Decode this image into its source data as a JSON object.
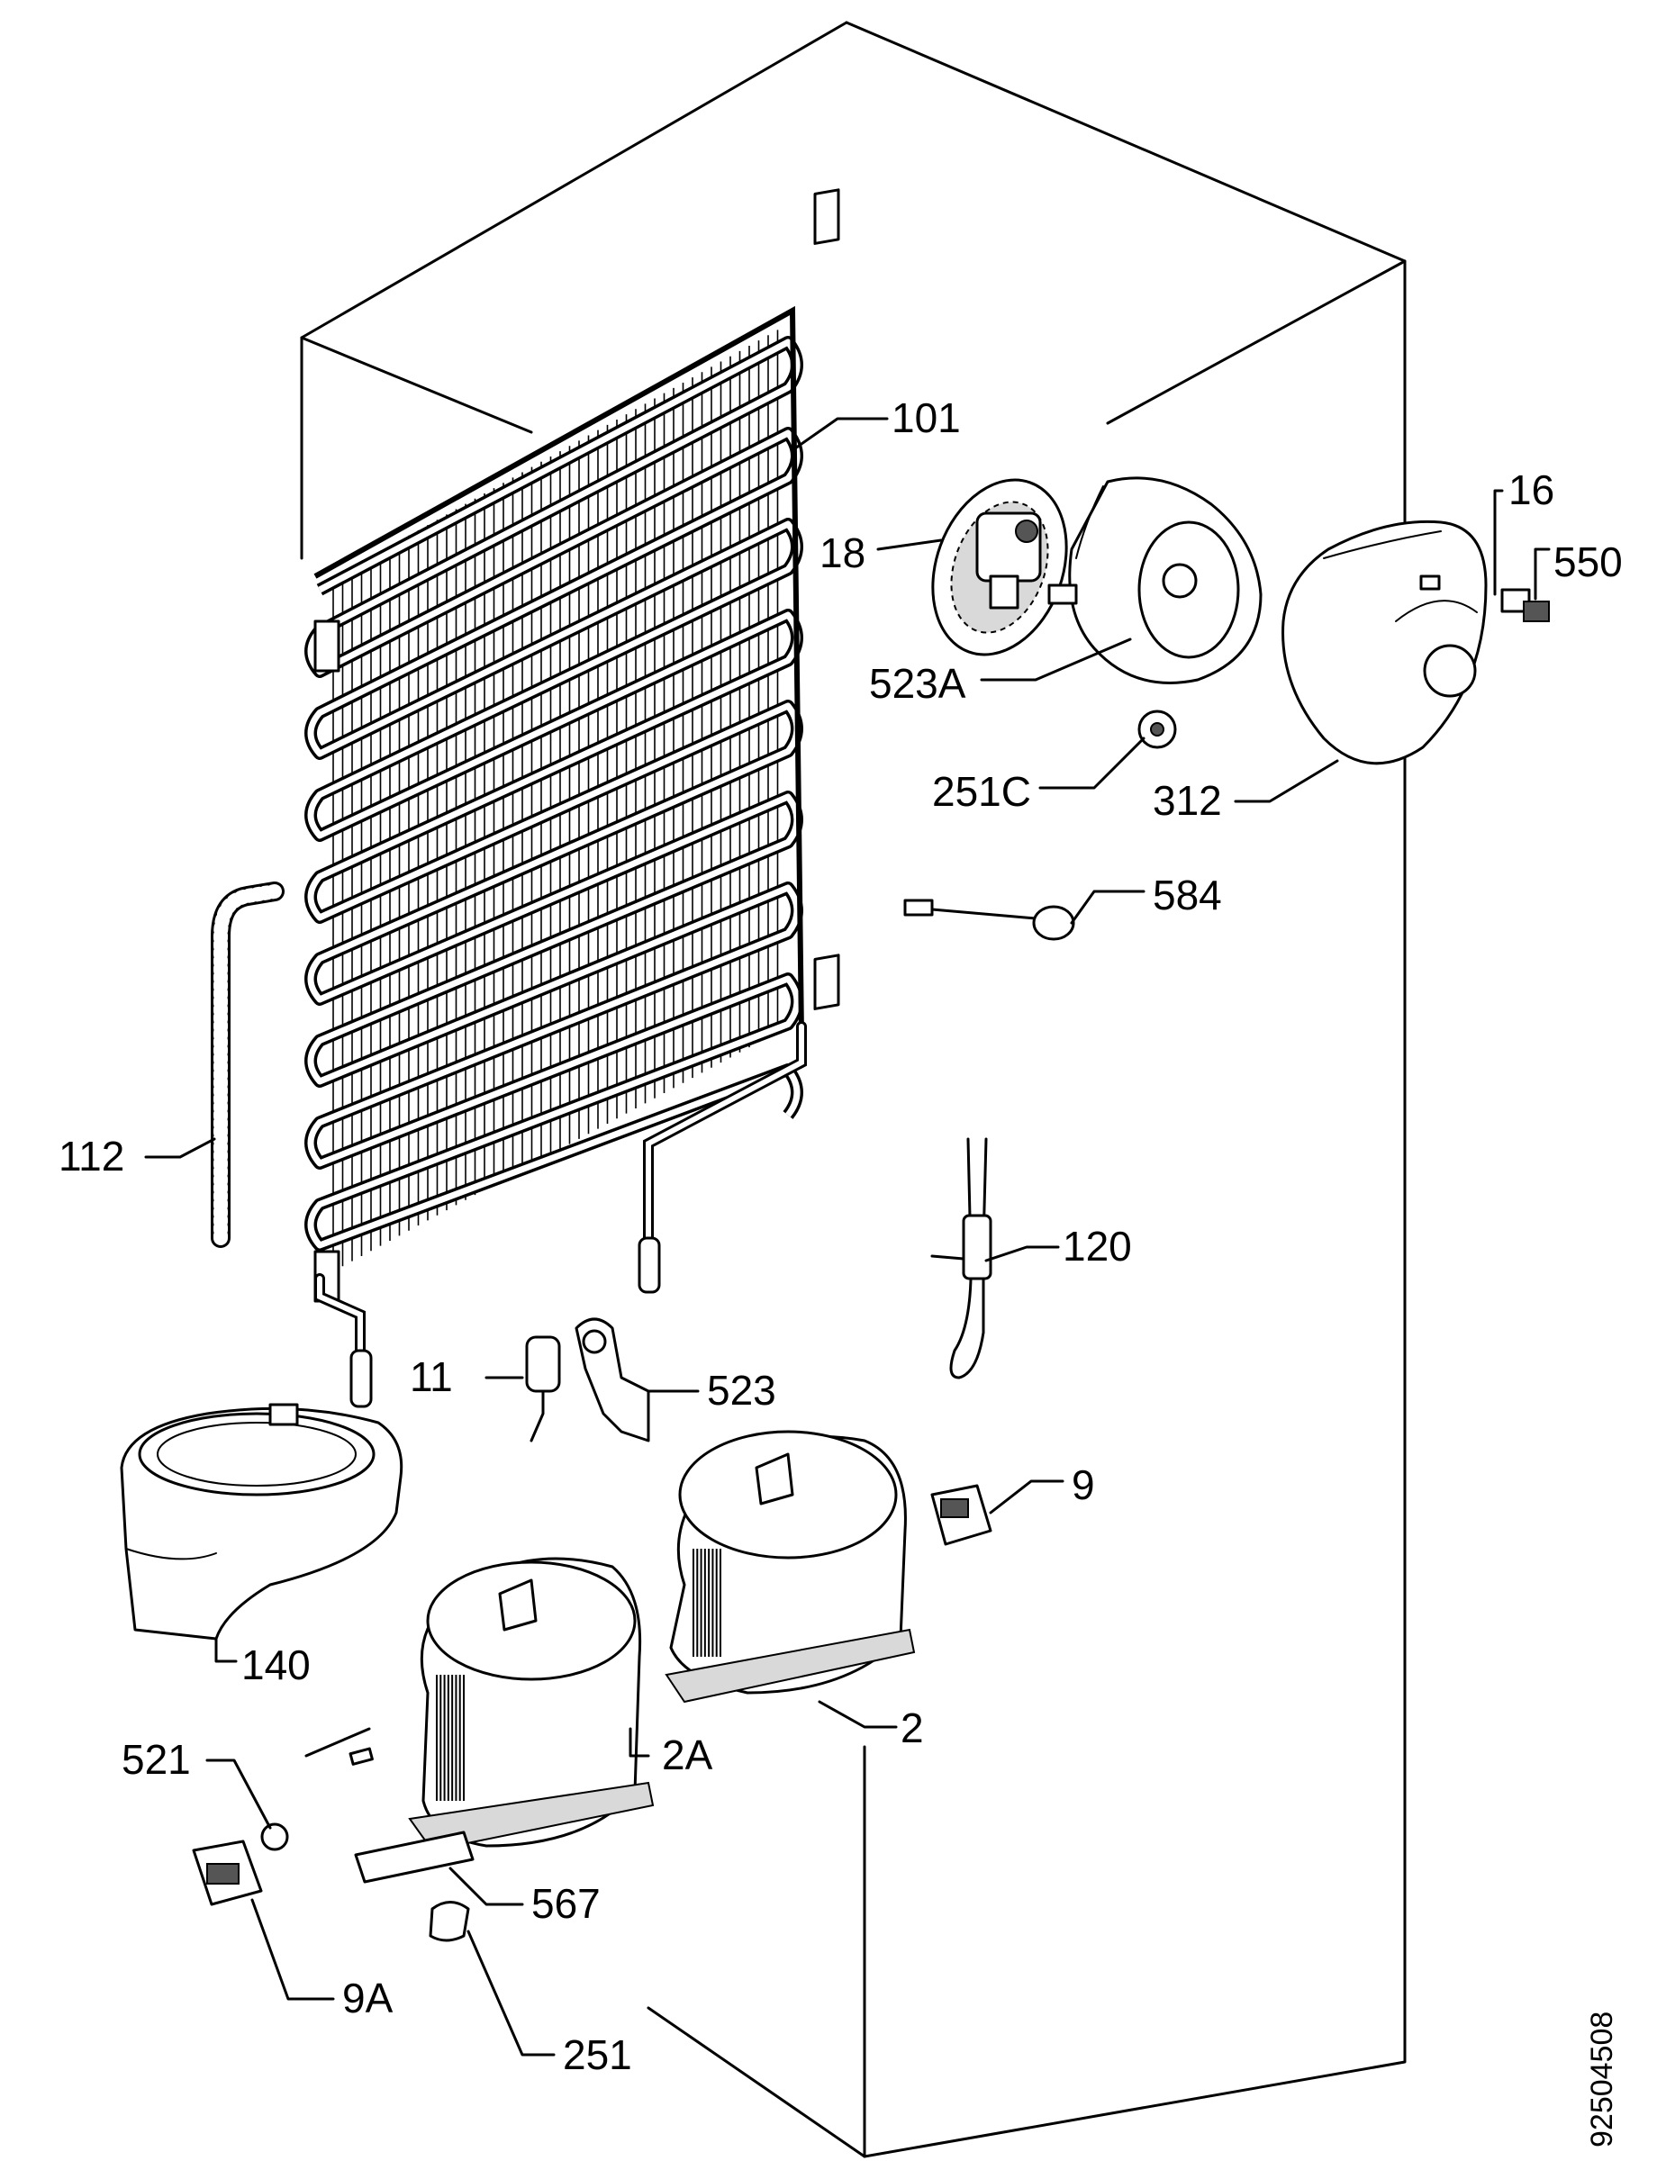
{
  "drawing_number": "92504508",
  "callouts": [
    {
      "id": "c101",
      "text": "101"
    },
    {
      "id": "c18",
      "text": "18"
    },
    {
      "id": "c16",
      "text": "16"
    },
    {
      "id": "c550",
      "text": "550"
    },
    {
      "id": "c523a",
      "text": "523A"
    },
    {
      "id": "c251c",
      "text": "251C"
    },
    {
      "id": "c312",
      "text": "312"
    },
    {
      "id": "c584",
      "text": "584"
    },
    {
      "id": "c112",
      "text": "112"
    },
    {
      "id": "c120",
      "text": "120"
    },
    {
      "id": "c11",
      "text": "11"
    },
    {
      "id": "c523",
      "text": "523"
    },
    {
      "id": "c9",
      "text": "9"
    },
    {
      "id": "c140",
      "text": "140"
    },
    {
      "id": "c2",
      "text": "2"
    },
    {
      "id": "c521",
      "text": "521"
    },
    {
      "id": "c2a",
      "text": "2A"
    },
    {
      "id": "c567",
      "text": "567"
    },
    {
      "id": "c9a",
      "text": "9A"
    },
    {
      "id": "c251",
      "text": "251"
    }
  ]
}
